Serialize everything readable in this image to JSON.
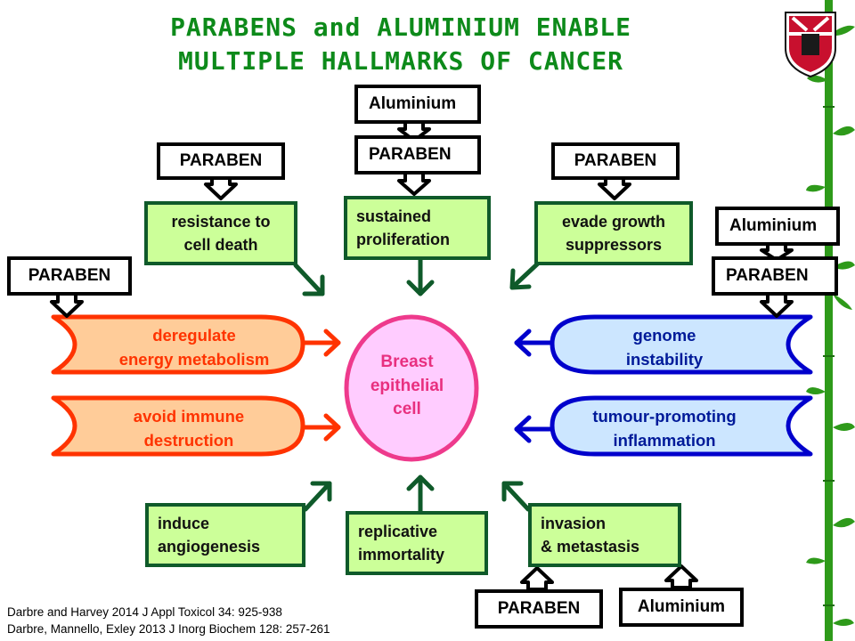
{
  "title": {
    "line1": "PARABENS and ALUMINIUM ENABLE",
    "line2": "MULTIPLE HALLMARKS OF CANCER"
  },
  "agents": {
    "paraben": "PARABEN",
    "aluminium": "Aluminium"
  },
  "hallmarks": {
    "resistance_line1": "resistance to",
    "resistance_line2": "cell death",
    "sustained_line1": "sustained",
    "sustained_line2": "proliferation",
    "evade_line1": "evade growth",
    "evade_line2": "suppressors",
    "deregulate_line1": "deregulate",
    "deregulate_line2": "energy metabolism",
    "avoid_line1": "avoid immune",
    "avoid_line2": "destruction",
    "genome_line1": "genome",
    "genome_line2": "instability",
    "tumour_line1": "tumour-promoting",
    "tumour_line2": "inflammation",
    "angio_line1": "induce",
    "angio_line2": "angiogenesis",
    "replicative_line1": "replicative",
    "replicative_line2": "immortality",
    "invasion_line1": "invasion",
    "invasion_line2": "& metastasis"
  },
  "center_cell": {
    "line1": "Breast",
    "line2": "epithelial",
    "line3": "cell"
  },
  "references": {
    "ref1": "Darbre and Harvey 2014 J Appl Toxicol 34:  925-938",
    "ref2": "Darbre, Mannello, Exley 2013 J Inorg Biochem  128: 257-261"
  },
  "colors": {
    "title": "#0d8a1a",
    "hallmark_fill": "#ccff99",
    "hallmark_border": "#0f5a2a",
    "orange_fill": "#ffcc99",
    "orange_stroke": "#ff3300",
    "blue_fill": "#cce6ff",
    "blue_stroke": "#0000cc",
    "cell_fill": "#ffccff",
    "cell_stroke": "#ee3a8c",
    "arrow_green": "#0f5a2a",
    "bamboo": "#2e9a1a"
  },
  "icons": {
    "crest": "university-crest-icon",
    "bamboo": "bamboo-decoration-icon"
  }
}
